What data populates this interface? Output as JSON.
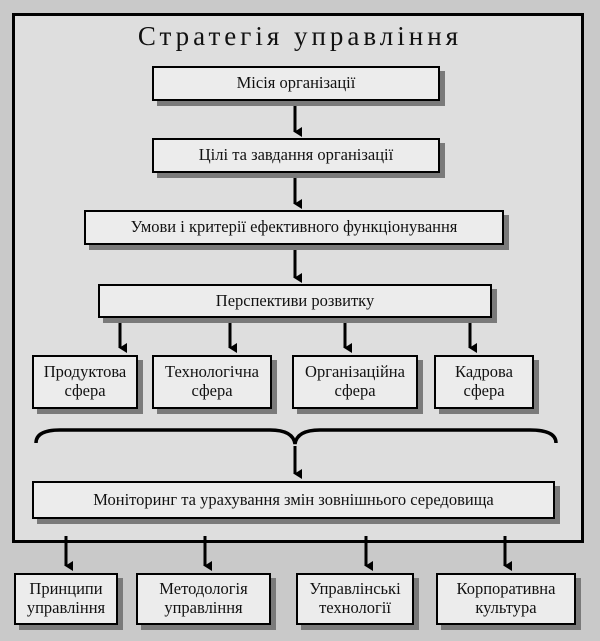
{
  "diagram": {
    "title": "Стратегія управління",
    "mission": "Місія організації",
    "goals": "Цілі та завдання організації",
    "conditions": "Умови і критерії ефективного функціонування",
    "prospects": "Перспективи розвитку",
    "spheres": [
      {
        "line1": "Продуктова",
        "line2": "сфера"
      },
      {
        "line1": "Технологічна",
        "line2": "сфера"
      },
      {
        "line1": "Організаційна",
        "line2": "сфера"
      },
      {
        "line1": "Кадрова",
        "line2": "сфера"
      }
    ],
    "monitoring": "Моніторинг та урахування змін зовнішнього середовища",
    "outputs": [
      {
        "line1": "Принципи",
        "line2": "управління"
      },
      {
        "line1": "Методологія",
        "line2": "управління"
      },
      {
        "line1": "Управлінські",
        "line2": "технології"
      },
      {
        "line1": "Корпоративна",
        "line2": "культура"
      }
    ]
  }
}
